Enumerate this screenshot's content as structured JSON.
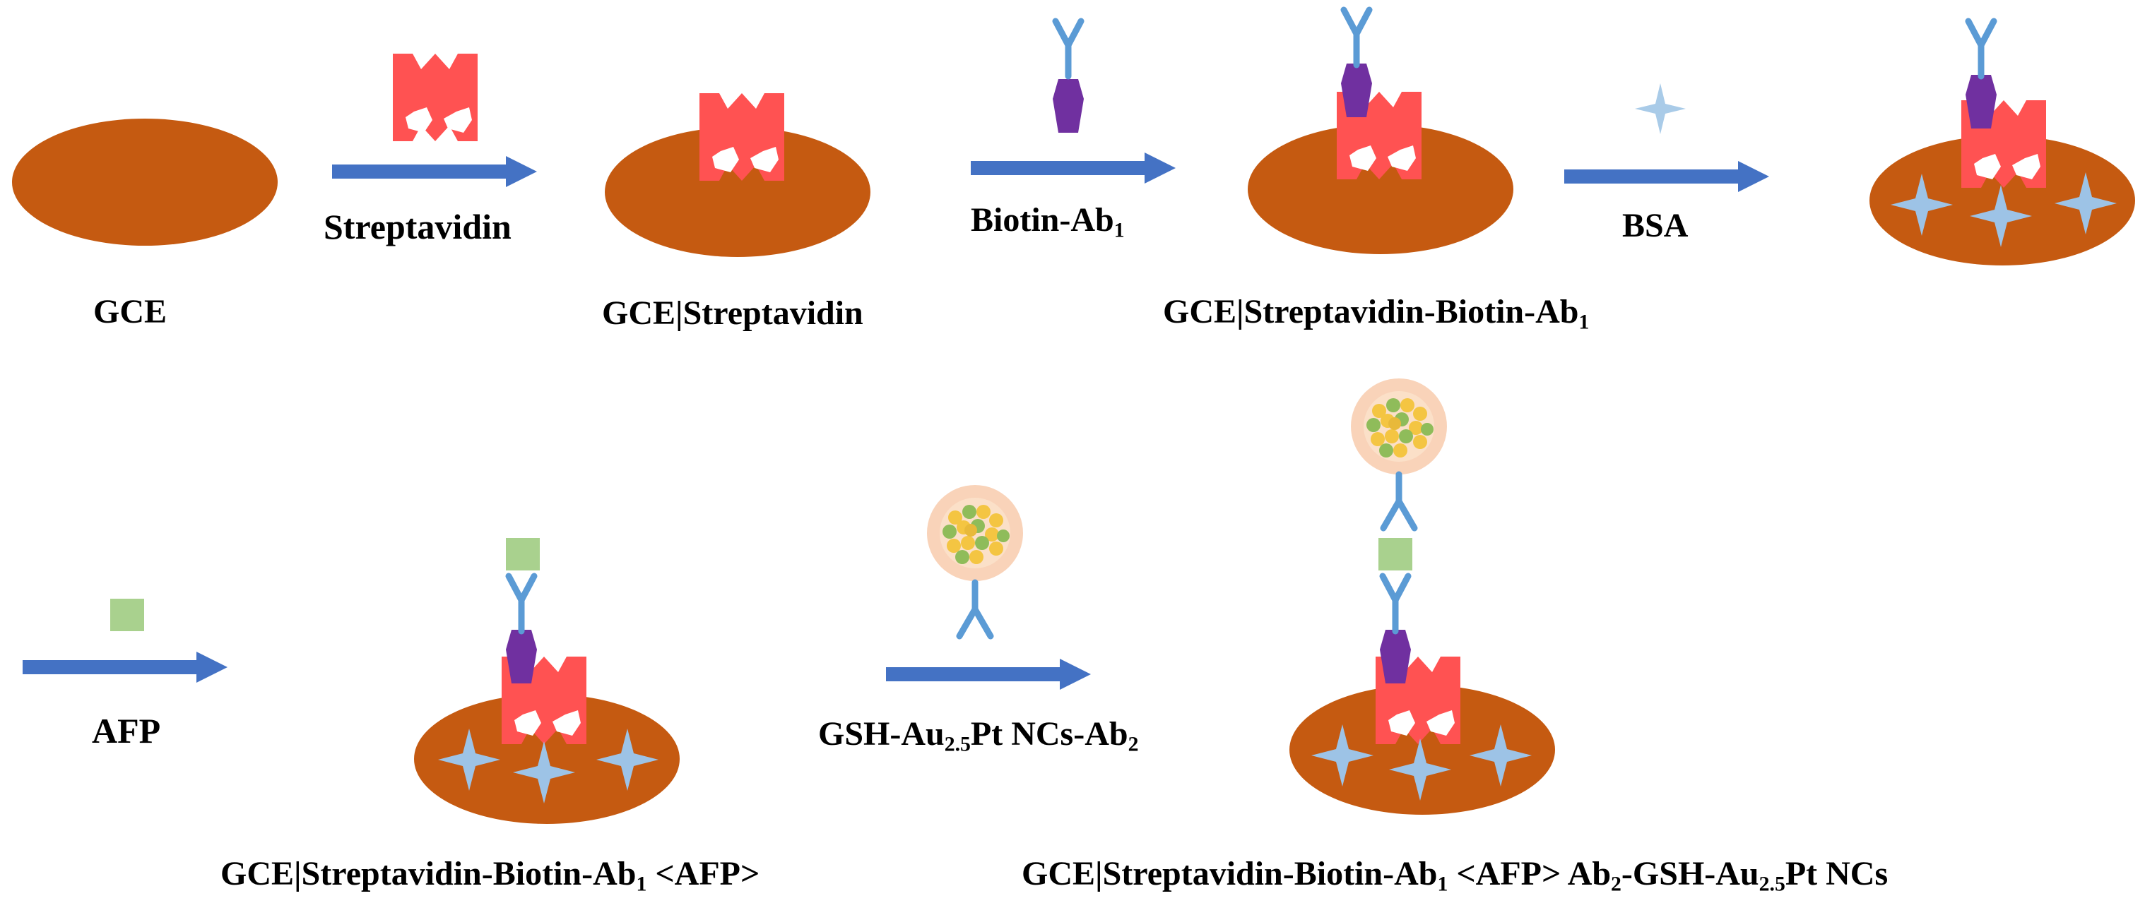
{
  "colors": {
    "electrode": "#c55a11",
    "streptavidin": "#ff5252",
    "streptavidin_hole": "#ffffff",
    "biotin": "#7030a0",
    "antibody": "#5b9bd5",
    "bsa": "#9dc3e6",
    "bsa_small": "#a9cbe8",
    "afp": "#a9d18e",
    "arrow": "#4472c4",
    "nc_halo": "#f8cbad",
    "nc_gold": "#f4c542",
    "nc_green": "#8fbc5a"
  },
  "icons": [
    "electrode-ellipse",
    "streptavidin-block",
    "biotin-hexagon",
    "antibody-y",
    "bsa-star",
    "afp-square",
    "nanocluster-ball",
    "reaction-arrow"
  ],
  "labels": {
    "gce": "GCE",
    "gce_streptavidin": "GCE|Streptavidin",
    "gce_sba1_main": "GCE|Streptavidin-Biotin-Ab",
    "gce_sba1_sub": "1",
    "gce_sba1_afp_main": "GCE|Streptavidin-Biotin-Ab",
    "gce_sba1_afp_sub": "1",
    "gce_sba1_afp_tail": " <AFP>",
    "final_a": "GCE|Streptavidin-Biotin-Ab",
    "final_a_sub": "1",
    "final_b": " <AFP> Ab",
    "final_b_sub": "2",
    "final_c": "-GSH-Au",
    "final_c_sub": "2.5",
    "final_d": "Pt NCs"
  },
  "arrows": {
    "streptavidin": "Streptavidin",
    "biotin_main": "Biotin-Ab",
    "biotin_sub": "1",
    "bsa": "BSA",
    "afp": "AFP",
    "gsh_a": "GSH-Au",
    "gsh_a_sub": "2.5",
    "gsh_b": "Pt NCs-Ab",
    "gsh_b_sub": "2"
  }
}
